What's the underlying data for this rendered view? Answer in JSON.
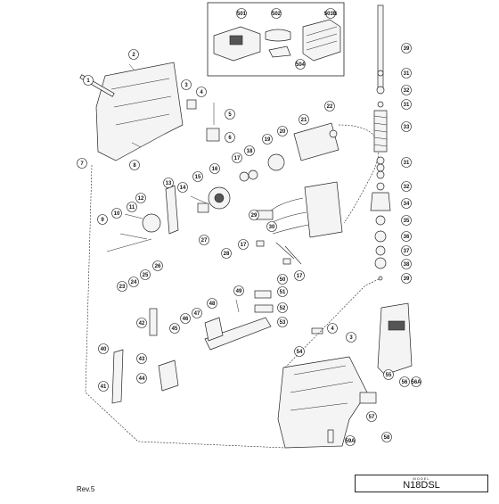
{
  "diagram": {
    "model_caption": "MODEL",
    "model_name": "N18DSL",
    "revision": "Rev.5",
    "callouts": {
      "c1": "1",
      "c2": "2",
      "c3": "3",
      "c4": "4",
      "c5": "5",
      "c6": "6",
      "c7": "7",
      "c8": "8",
      "c9": "9",
      "c10": "10",
      "c11": "11",
      "c12": "12",
      "c13": "13",
      "c14": "14",
      "c15": "15",
      "c16": "16",
      "c17a": "17",
      "c17b": "17",
      "c17c": "17",
      "c18": "18",
      "c19": "19",
      "c20": "20",
      "c21": "21",
      "c22": "22",
      "c23": "23",
      "c24": "24",
      "c25": "25",
      "c26": "26",
      "c27": "27",
      "c28": "28",
      "c29": "29",
      "c30": "30",
      "c31a": "31",
      "c31b": "31",
      "c31c": "31",
      "c32a": "32",
      "c32b": "32",
      "c33": "33",
      "c34": "34",
      "c35": "35",
      "c36": "36",
      "c37": "37",
      "c38": "38",
      "c39a": "39",
      "c39b": "39",
      "c40": "40",
      "c41": "41",
      "c42": "42",
      "c43": "43",
      "c44": "44",
      "c45": "45",
      "c46": "46",
      "c47": "47",
      "c48": "48",
      "c49": "49",
      "c50": "50",
      "c51": "51",
      "c52": "52",
      "c53": "53",
      "c54": "54",
      "c55": "55",
      "c56": "56",
      "c56a": "56A",
      "c57": "57",
      "c58": "58",
      "c59a": "59A",
      "c501": "501",
      "c502": "502",
      "c503b": "503B",
      "c504": "504",
      "c4b": "4",
      "c3b": "3"
    }
  }
}
